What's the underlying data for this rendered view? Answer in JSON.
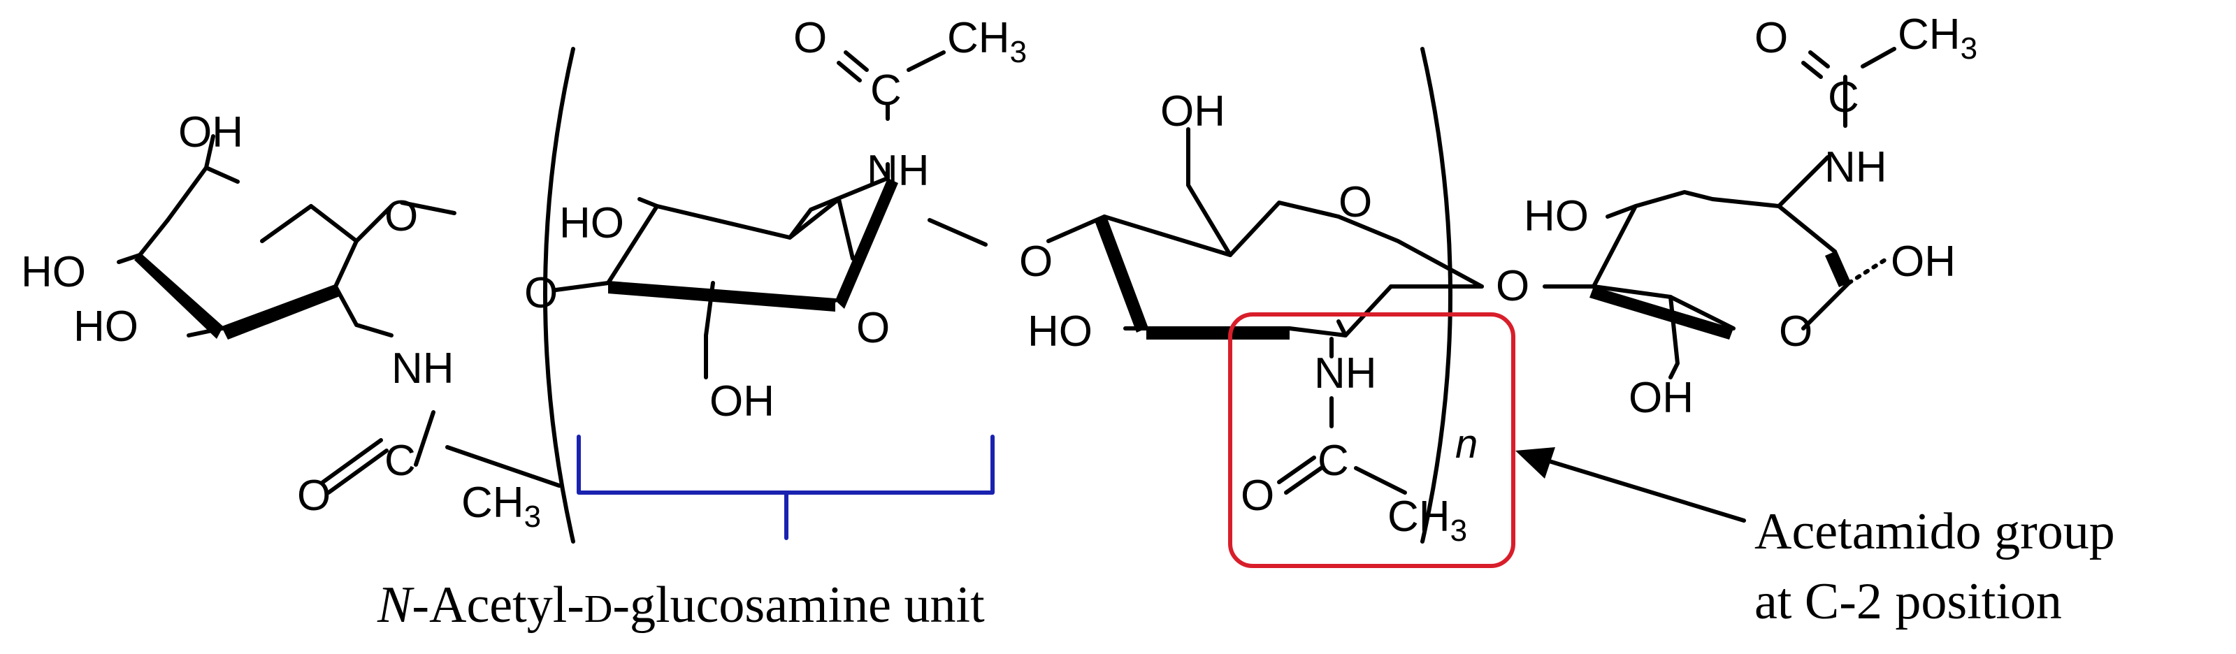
{
  "labels": {
    "oh": "OH",
    "ho": "HO",
    "o": "O",
    "nh": "NH",
    "c": "C",
    "ch": "CH",
    "sub3": "3",
    "repeat_n": "n"
  },
  "caption": {
    "unit_part1": "N",
    "unit_part2": "-Acetyl-",
    "unit_part3": "D",
    "unit_part4": "-glucosamine unit",
    "acetamido_line1": "Acetamido group",
    "acetamido_line2": "at C-2 position"
  },
  "colors": {
    "bonds": "#000000",
    "unit_brace": "#1a22b0",
    "highlight_box": "#d81e2a"
  }
}
